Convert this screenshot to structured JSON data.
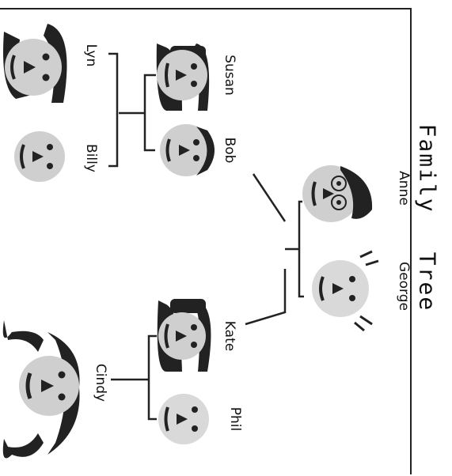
{
  "title_family": "Family",
  "title_tree": "Tree",
  "people": {
    "anne": "Anne",
    "george": "George",
    "bob": "Bob",
    "susan": "Susan",
    "kate": "Kate",
    "phil": "Phil",
    "lyn": "Lyn",
    "billy": "Billy",
    "cindy": "Cindy"
  },
  "line_color": "#222222",
  "shade_color": "#bdbdbd"
}
